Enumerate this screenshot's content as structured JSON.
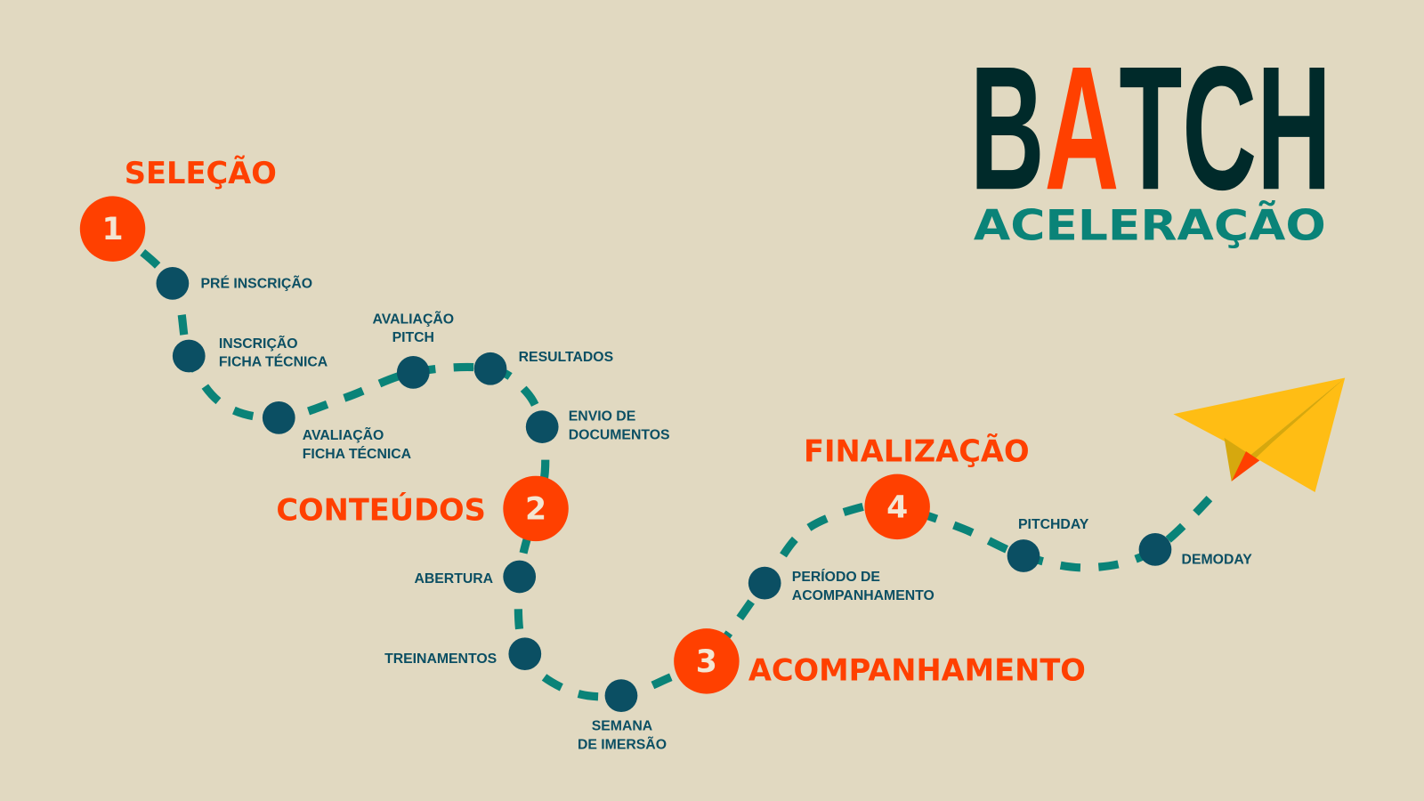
{
  "logo": {
    "brand": "BATCH",
    "subtitle": "ACELERAÇÃO"
  },
  "stages": [
    {
      "number": "1",
      "title": "SELEÇÃO"
    },
    {
      "number": "2",
      "title": "CONTEÚDOS"
    },
    {
      "number": "3",
      "title": "ACOMPANHAMENTO"
    },
    {
      "number": "4",
      "title": "FINALIZAÇÃO"
    }
  ],
  "steps": [
    {
      "lines": [
        "PRÉ INSCRIÇÃO"
      ]
    },
    {
      "lines": [
        "INSCRIÇÃO",
        "FICHA TÉCNICA"
      ]
    },
    {
      "lines": [
        "AVALIAÇÃO",
        "FICHA TÉCNICA"
      ]
    },
    {
      "lines": [
        "AVALIAÇÃO",
        "PITCH"
      ]
    },
    {
      "lines": [
        "RESULTADOS"
      ]
    },
    {
      "lines": [
        "ENVIO DE",
        "DOCUMENTOS"
      ]
    },
    {
      "lines": [
        "ABERTURA"
      ]
    },
    {
      "lines": [
        "TREINAMENTOS"
      ]
    },
    {
      "lines": [
        "SEMANA",
        "DE IMERSÃO"
      ]
    },
    {
      "lines": [
        "PERÍODO DE",
        "ACOMPANHAMENTO"
      ]
    },
    {
      "lines": [
        "PITCHDAY"
      ]
    },
    {
      "lines": [
        "DEMODAY"
      ]
    }
  ],
  "colors": {
    "background": "#e1d9c1",
    "accent_orange": "#ff4000",
    "step_dot": "#0b4f63",
    "path_teal": "#0a8378",
    "logo_dark": "#002a2a",
    "plane_yellow": "#ffbd14"
  }
}
